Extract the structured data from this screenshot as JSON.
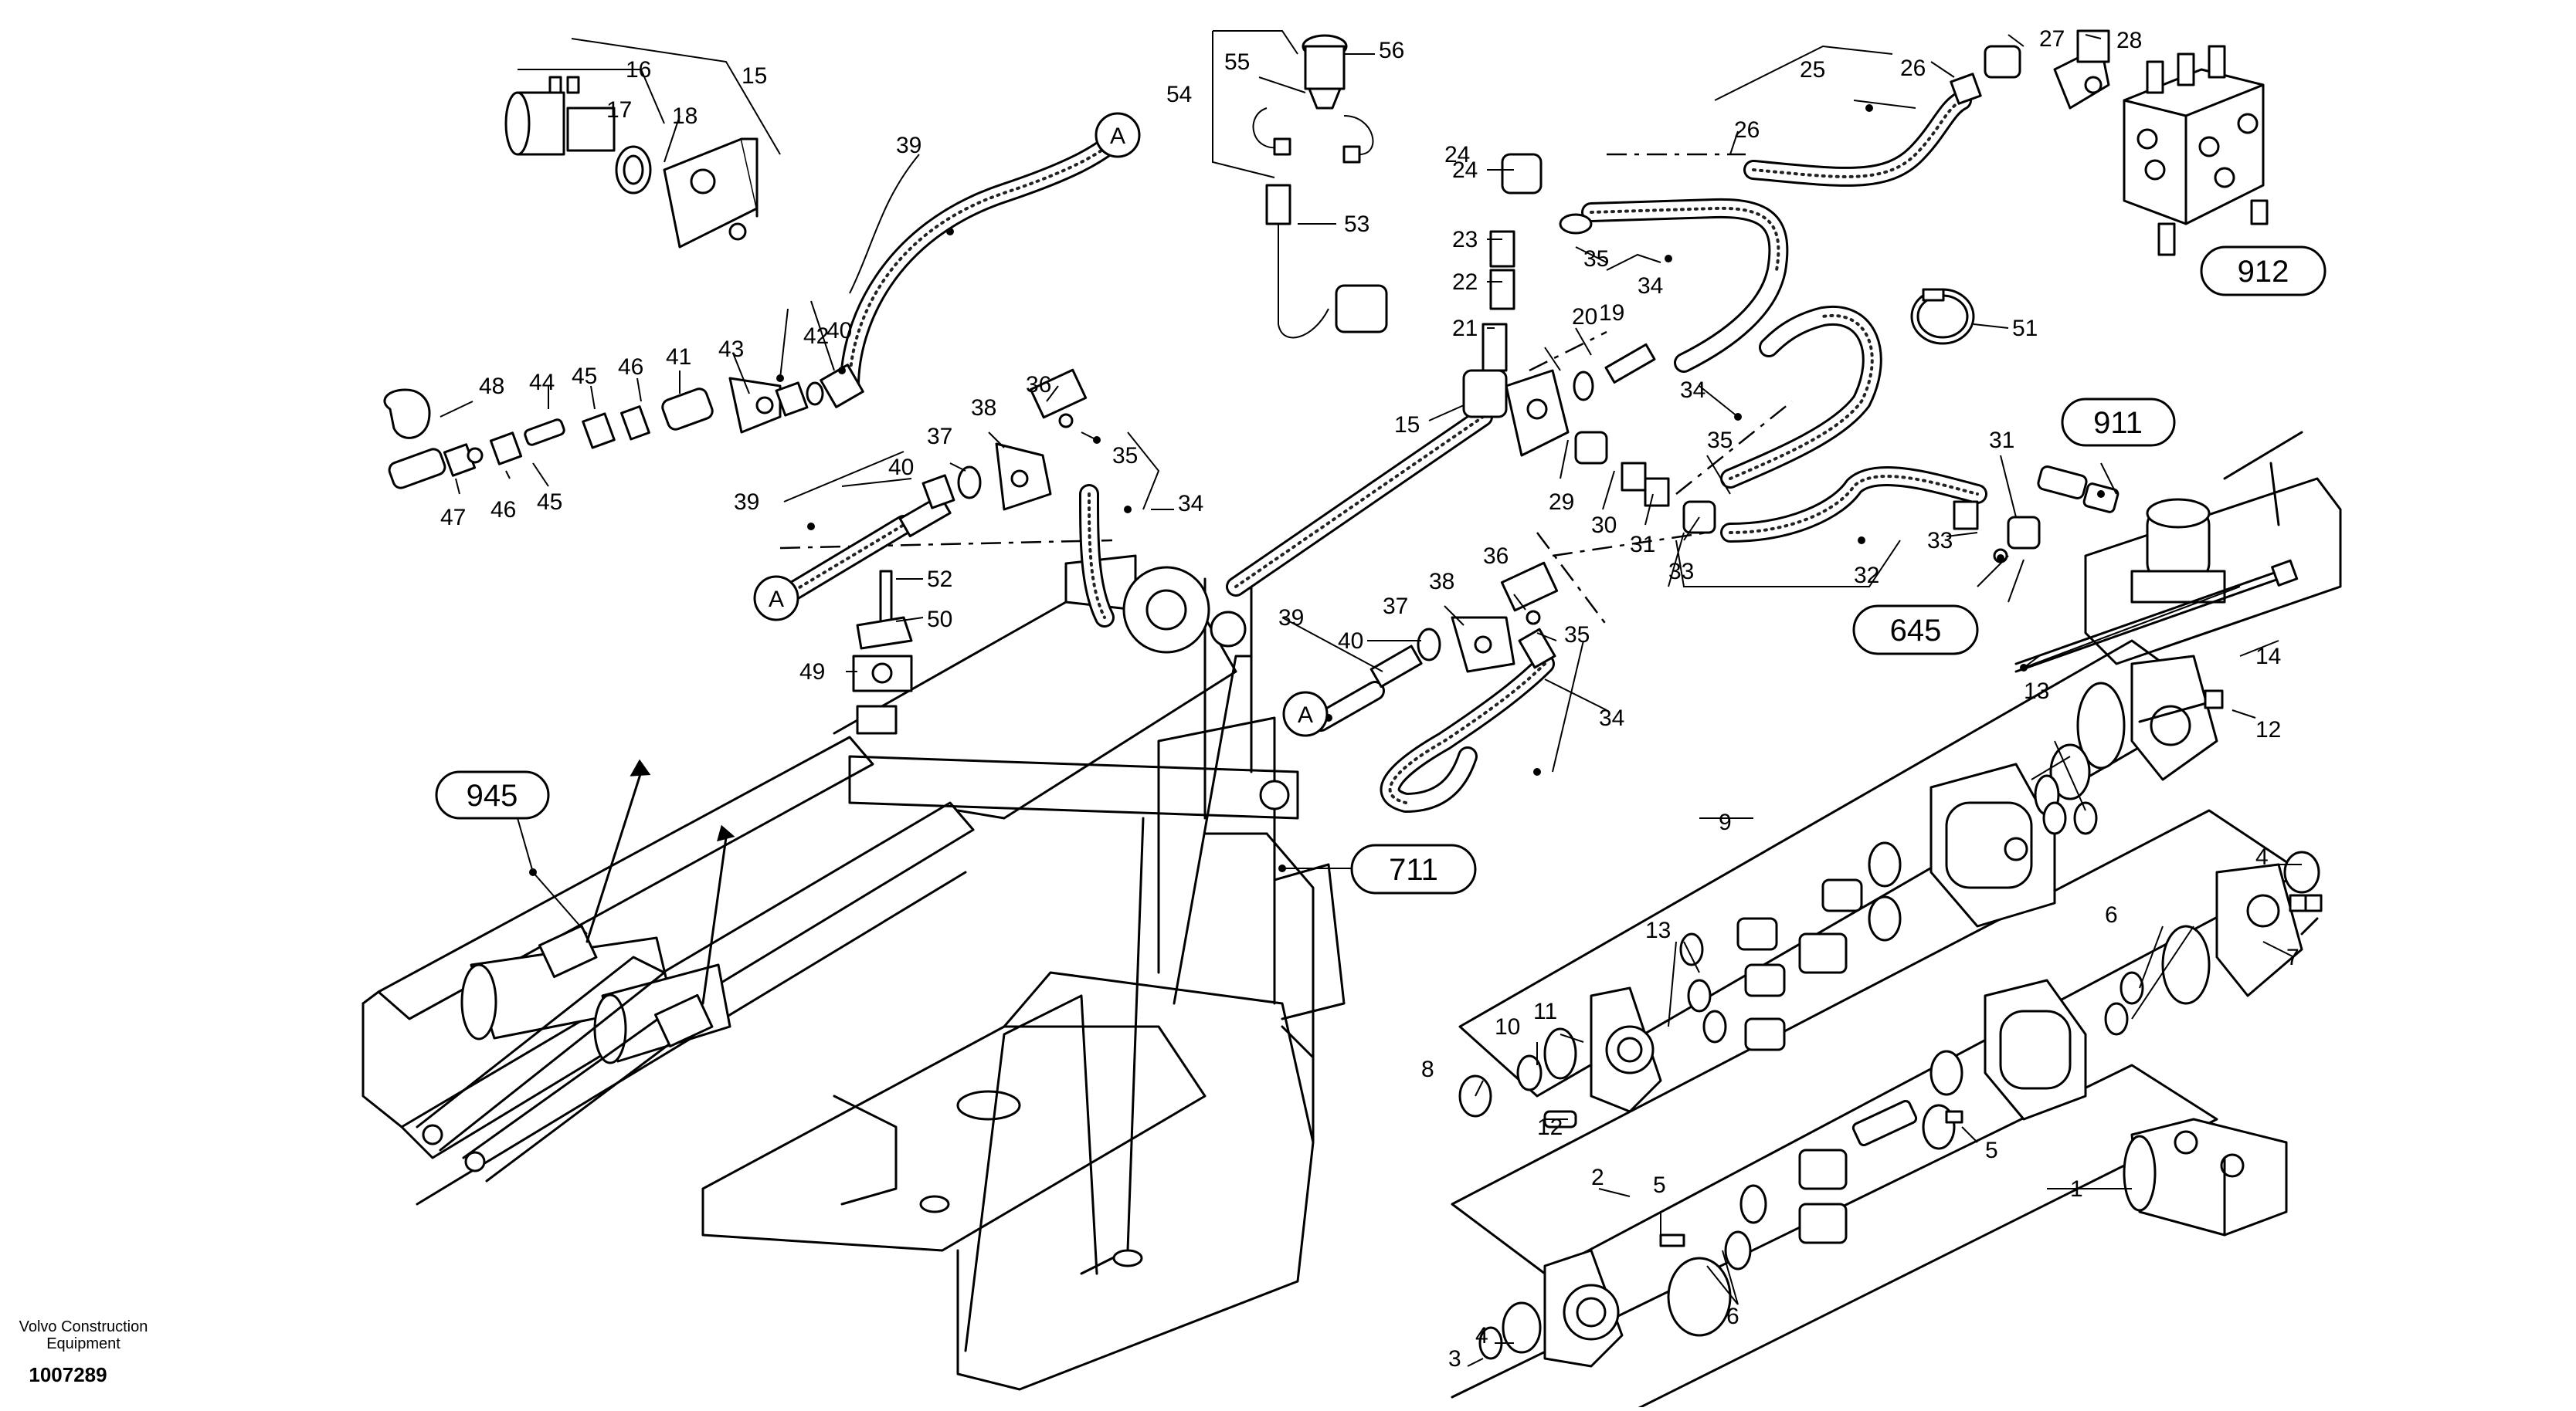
{
  "diagram": {
    "footer": {
      "company_line1": "Volvo Construction",
      "company_line2": "Equipment",
      "drawing_number": "1007289"
    },
    "reference_groups": [
      "945",
      "711",
      "912",
      "911",
      "645"
    ],
    "connection_marker": "A",
    "item_numbers": [
      "1",
      "2",
      "3",
      "4",
      "5",
      "6",
      "7",
      "8",
      "9",
      "10",
      "11",
      "12",
      "13",
      "14",
      "15",
      "16",
      "17",
      "18",
      "19",
      "20",
      "21",
      "22",
      "23",
      "24",
      "25",
      "26",
      "27",
      "28",
      "29",
      "30",
      "31",
      "32",
      "33",
      "34",
      "35",
      "36",
      "37",
      "38",
      "39",
      "40",
      "41",
      "42",
      "43",
      "44",
      "45",
      "46",
      "47",
      "48",
      "49",
      "50",
      "51",
      "52",
      "53",
      "54",
      "55",
      "56"
    ]
  }
}
